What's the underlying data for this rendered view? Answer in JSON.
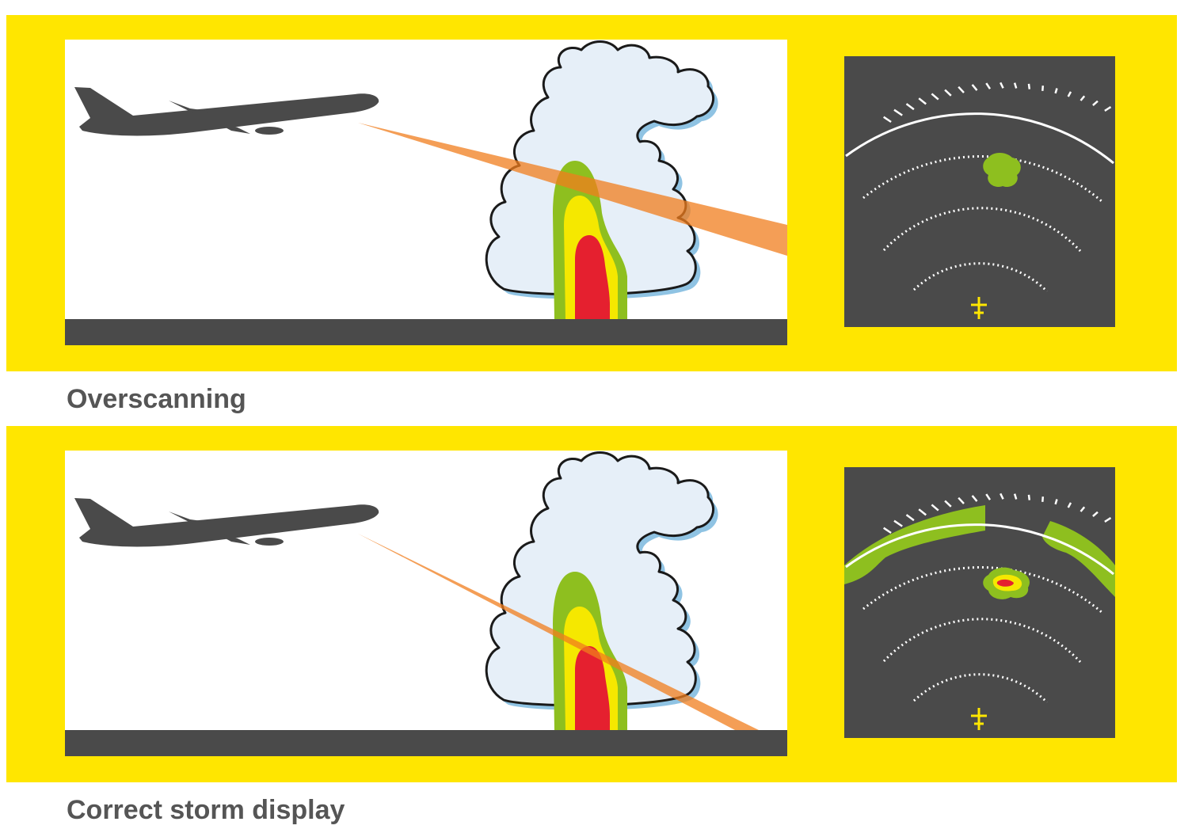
{
  "colors": {
    "panel_background": "#ffe600",
    "scene_background": "#ffffff",
    "ground": "#4a4a4a",
    "aircraft": "#4a4a4a",
    "cloud_fill": "#e6eff8",
    "cloud_shadow": "#8fc3e3",
    "cloud_outline": "#1a1a1a",
    "radar_beam": "#f07d1e",
    "precip_green": "#8ebf1f",
    "precip_yellow": "#f5e800",
    "precip_red": "#e5202f",
    "radar_display_background": "#4a4a4a",
    "range_arc": "#ffffff",
    "aircraft_symbol": "#ffe600",
    "caption_text": "#555555"
  },
  "panels": [
    {
      "id": "overscanning",
      "caption": "Overscanning",
      "beam": "passes above the precipitation core",
      "radar_display": {
        "returns": [
          "weak green return"
        ],
        "ground_clutter": false
      }
    },
    {
      "id": "correct-storm-display",
      "caption": "Correct storm display",
      "beam": "passes through the precipitation core",
      "radar_display": {
        "returns": [
          "green, yellow and red storm return"
        ],
        "ground_clutter": true
      }
    }
  ]
}
